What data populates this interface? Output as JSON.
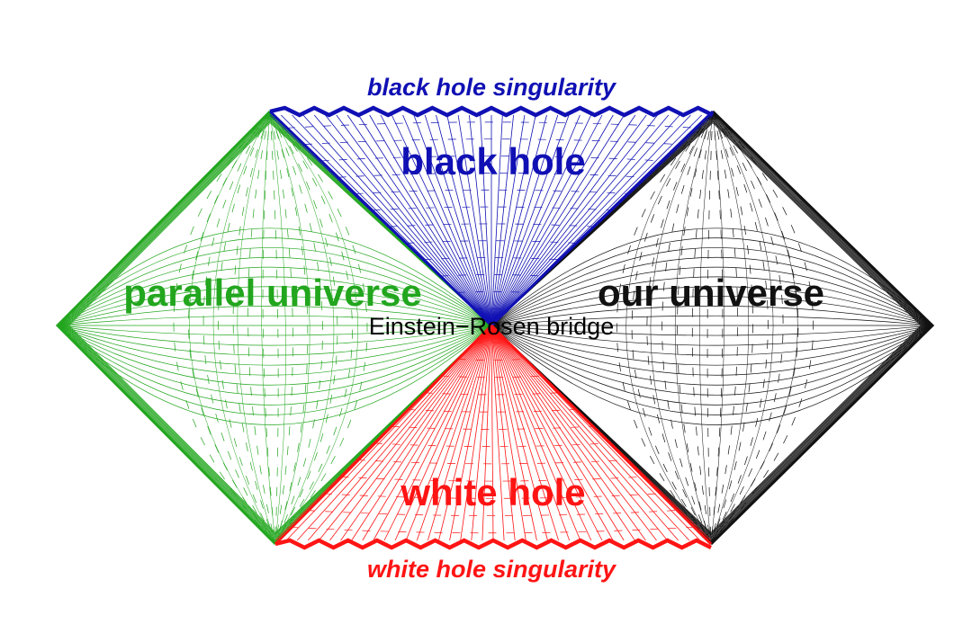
{
  "labels": {
    "black_hole_singularity": "black hole singularity",
    "black_hole": "black hole",
    "parallel_universe": "parallel universe",
    "our_universe": "our universe",
    "einstein_rosen_bridge": "Einstein−Rosen bridge",
    "white_hole": "white hole",
    "white_hole_singularity": "white hole singularity"
  },
  "colors": {
    "black_hole": "#1010b4",
    "white_hole": "#ff1414",
    "parallel_universe": "#22a61e",
    "our_universe": "#111111",
    "bridge_text": "#000000"
  }
}
